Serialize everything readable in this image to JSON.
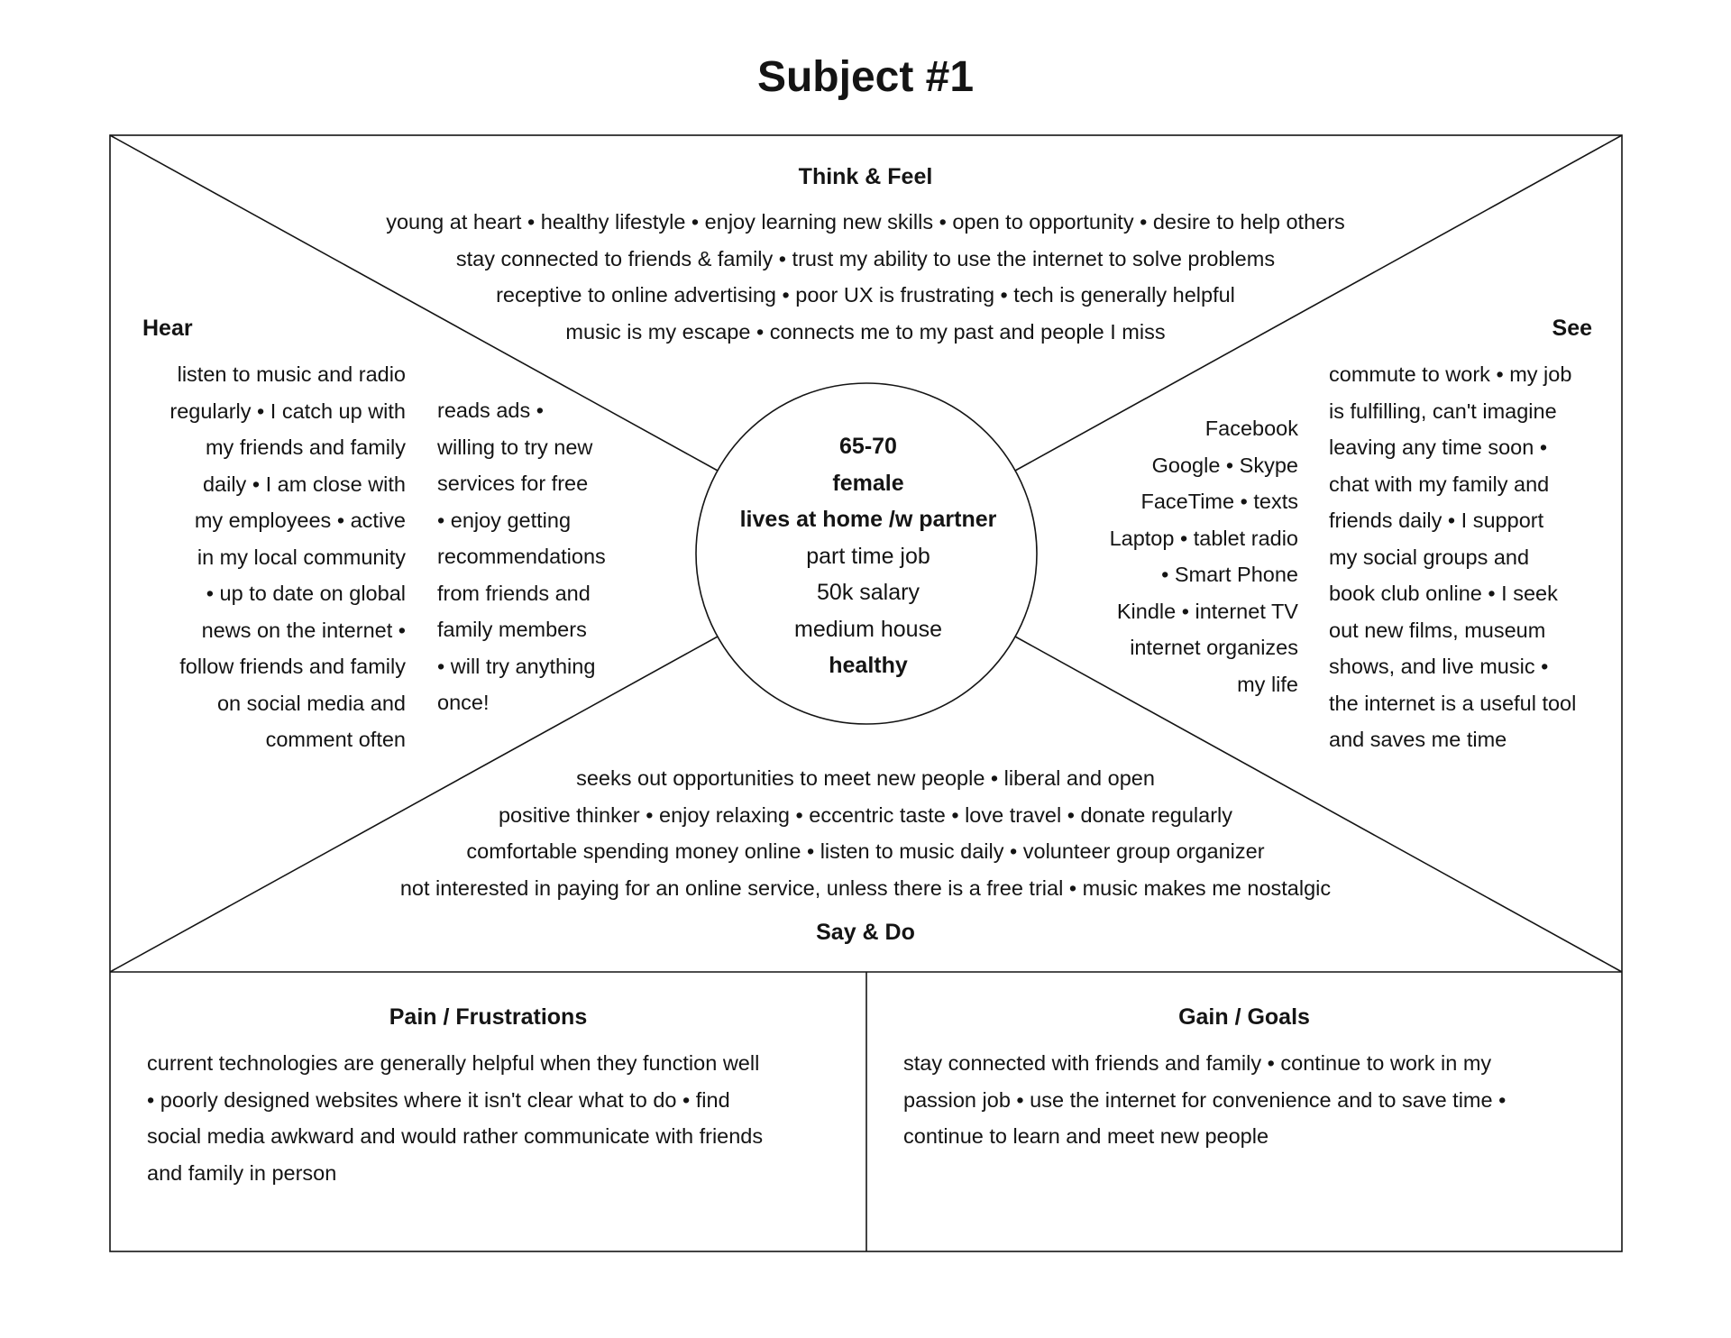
{
  "title": "Subject #1",
  "think_feel": {
    "heading": "Think & Feel",
    "lines": [
      "young at heart • healthy lifestyle • enjoy learning new skills • open to opportunity • desire to help others",
      "stay connected to friends & family • trust my ability to use the internet to solve problems",
      "receptive to online advertising • poor UX is frustrating • tech is generally helpful",
      "music is my escape • connects me to my past and people I miss"
    ]
  },
  "hear": {
    "heading": "Hear",
    "col1": [
      "listen to music and radio",
      "regularly • I catch up with",
      "my friends and family",
      "daily • I am close with",
      "my employees • active",
      "in my local community",
      "• up to date on global",
      "news on the internet •",
      "follow friends and family",
      "on social media and",
      "comment often"
    ],
    "col2": [
      "reads ads •",
      "willing to try new",
      "services for free",
      "• enjoy getting",
      "recommendations",
      "from friends and",
      "family members",
      "• will try anything",
      "once!"
    ]
  },
  "see": {
    "heading": "See",
    "col1": [
      "Facebook",
      "Google • Skype",
      "FaceTime • texts",
      "Laptop • tablet radio",
      "• Smart Phone",
      "Kindle • internet TV",
      "internet organizes",
      "my life"
    ],
    "col2": [
      "commute to work • my job",
      "is fulfilling, can't imagine",
      "leaving any time soon •",
      "chat with my family and",
      "friends daily • I support",
      "my social groups and",
      "book club online • I seek",
      "out new films, museum",
      "shows, and live music •",
      "the internet is a useful tool",
      "and saves me time"
    ]
  },
  "profile": {
    "age": "65-70",
    "gender": "female",
    "living": "lives at home /w partner",
    "job": "part time job",
    "salary": "50k salary",
    "house": "medium house",
    "health": "healthy"
  },
  "say_do": {
    "heading": "Say & Do",
    "lines": [
      "seeks out opportunities to meet new people • liberal and open",
      "positive thinker • enjoy relaxing • eccentric taste • love travel • donate regularly",
      "comfortable spending money online •  listen to music daily • volunteer group organizer",
      "not interested in paying for an online service, unless there is a free trial • music makes me nostalgic"
    ]
  },
  "pain": {
    "heading": "Pain / Frustrations",
    "lines": [
      "current technologies are generally helpful when they function well",
      "• poorly designed websites where it isn't clear what to do • find",
      "social media awkward and would rather communicate with friends",
      "and family in person"
    ]
  },
  "gain": {
    "heading": "Gain / Goals",
    "lines": [
      "stay connected with friends and family • continue to work in my",
      "passion job • use the internet for convenience and to save time •",
      "continue to learn and meet new people"
    ]
  }
}
